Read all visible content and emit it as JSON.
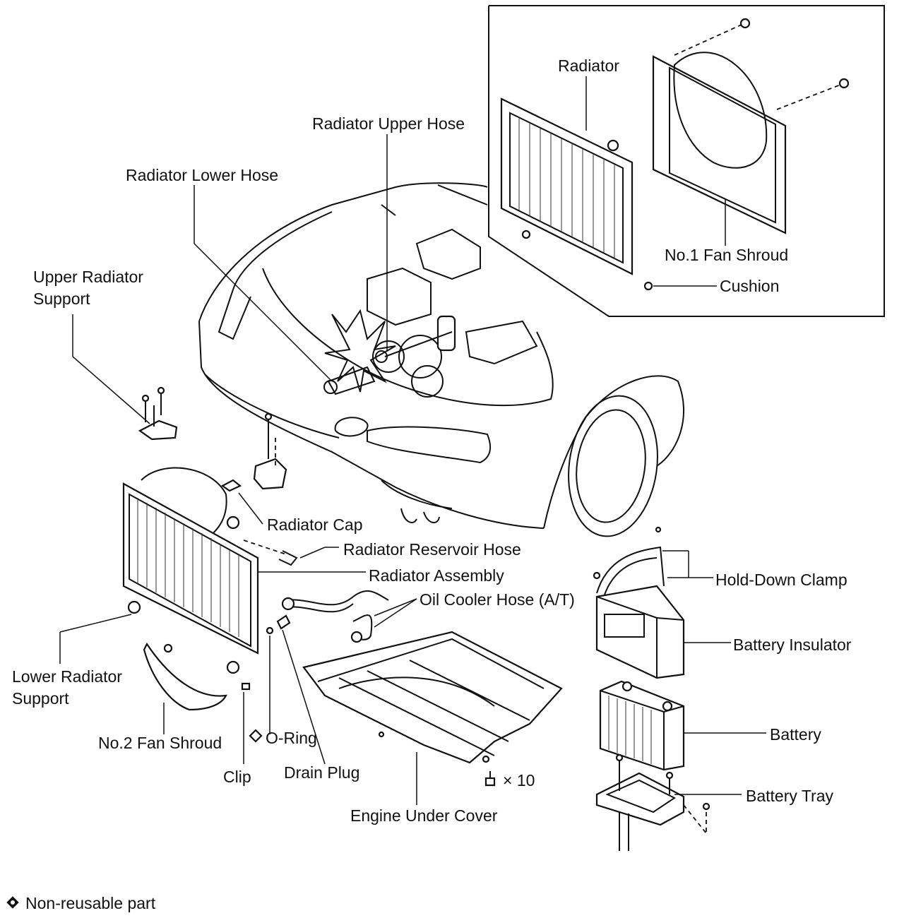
{
  "labels": {
    "radiator": "Radiator",
    "radiator_upper_hose": "Radiator Upper Hose",
    "radiator_lower_hose": "Radiator Lower Hose",
    "upper_radiator_support_1": "Upper Radiator",
    "upper_radiator_support_2": "Support",
    "no1_fan_shroud": "No.1 Fan Shroud",
    "cushion": "Cushion",
    "radiator_cap": "Radiator Cap",
    "radiator_reservoir_hose": "Radiator Reservoir Hose",
    "radiator_assembly": "Radiator Assembly",
    "oil_cooler_hose": "Oil Cooler Hose (A/T)",
    "hold_down_clamp": "Hold-Down Clamp",
    "battery_insulator": "Battery Insulator",
    "battery": "Battery",
    "battery_tray": "Battery Tray",
    "lower_radiator_support_1": "Lower Radiator",
    "lower_radiator_support_2": "Support",
    "no2_fan_shroud": "No.2 Fan Shroud",
    "o_ring": "O-Ring",
    "clip": "Clip",
    "drain_plug": "Drain Plug",
    "engine_under_cover": "Engine Under Cover",
    "bolt_count": "× 10",
    "legend_text": "Non-reusable part"
  },
  "icons": {
    "non_reusable": "non-reusable-part-icon"
  }
}
